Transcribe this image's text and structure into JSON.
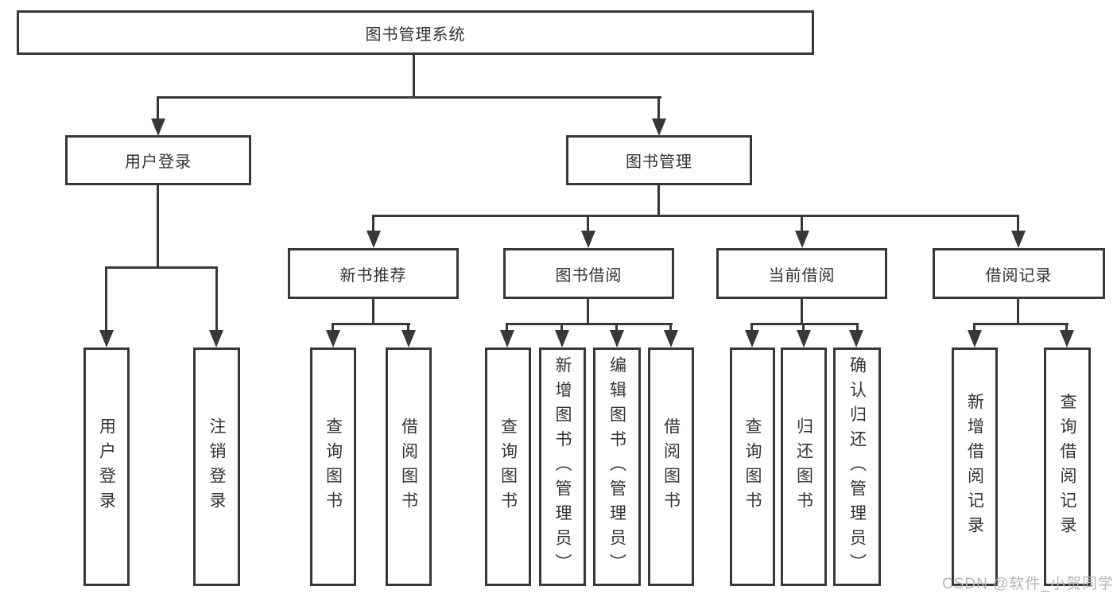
{
  "watermark": "CSDN @软件_小贺同学",
  "colors": {
    "line": "#383838",
    "text": "#333333",
    "watermark_text": "#b5b5b5",
    "background": "#ffffff"
  },
  "tree": {
    "root": "图书管理系统",
    "children": [
      {
        "label": "用户登录",
        "children": [
          "用户登录",
          "注销登录"
        ]
      },
      {
        "label": "图书管理",
        "children": [
          {
            "label": "新书推荐",
            "children": [
              "查询图书",
              "借阅图书"
            ]
          },
          {
            "label": "图书借阅",
            "children": [
              "查询图书",
              "新增图书（管理员）",
              "编辑图书（管理员）",
              "借阅图书"
            ]
          },
          {
            "label": "当前借阅",
            "children": [
              "查询图书",
              "归还图书",
              "确认归还（管理员）"
            ]
          },
          {
            "label": "借阅记录",
            "children": [
              "新增借阅记录",
              "查询借阅记录"
            ]
          }
        ]
      }
    ]
  }
}
